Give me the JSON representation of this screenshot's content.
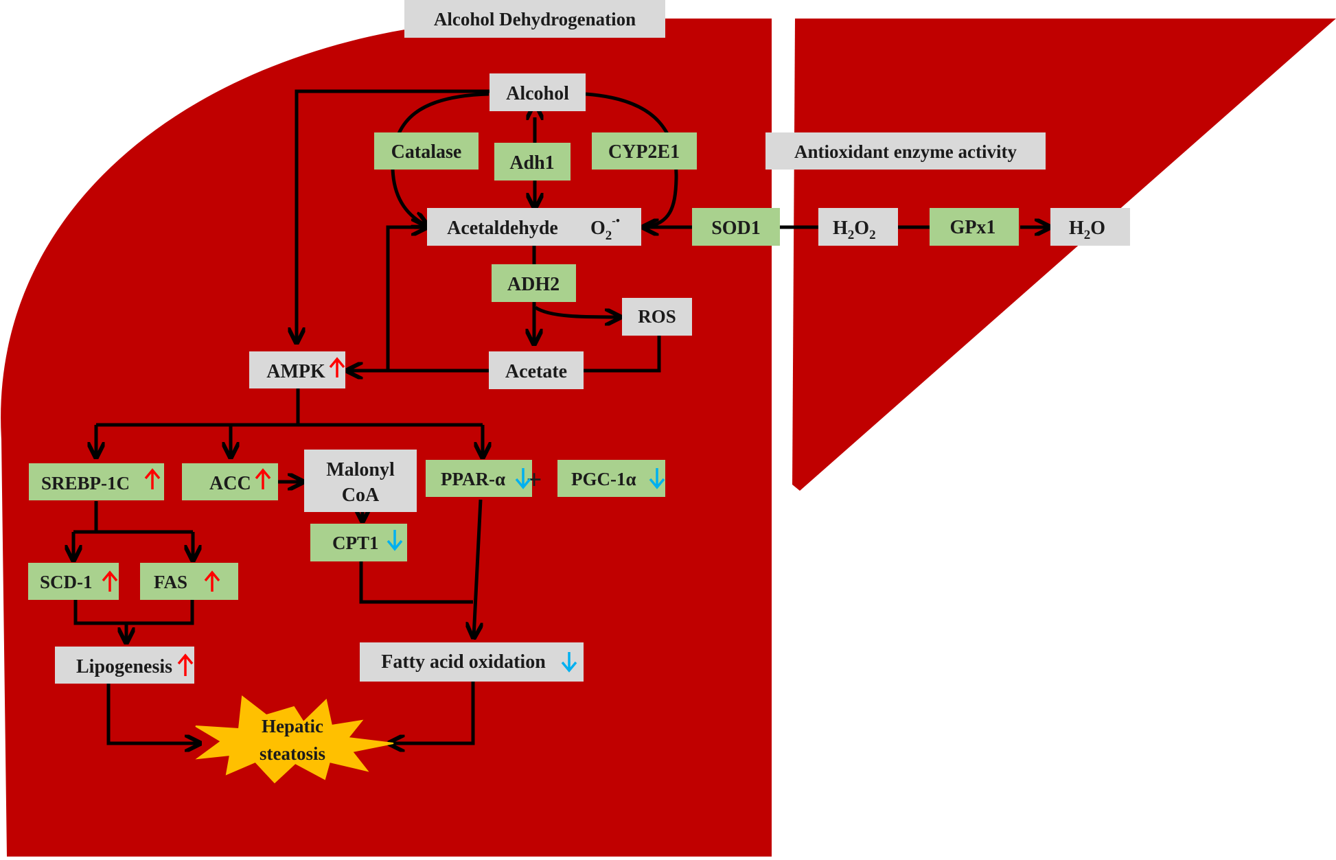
{
  "colors": {
    "liver": "#c00000",
    "enzyme_box": "#a9d18e",
    "metabolite_box": "#d9d9d9",
    "up_arrow": "#ff0000",
    "down_arrow": "#00b0f0",
    "star": "#ffc000"
  },
  "headers": {
    "alcohol_dehydrogenation": "Alcohol  Dehydrogenation",
    "antioxidant_enzyme_activity": "Antioxidant enzyme activity"
  },
  "metabolites": {
    "alcohol": "Alcohol",
    "acetaldehyde": "Acetaldehyde",
    "superoxide_base": "O",
    "superoxide_sub": "2",
    "superoxide_sup": "-•",
    "ros": "ROS",
    "acetate": "Acetate",
    "ampk": "AMPK",
    "malonyl_line1": "Malonyl",
    "malonyl_line2": "CoA",
    "h2o2_a": "H",
    "h2o2_b": "2",
    "h2o2_c": "O",
    "h2o2_d": "2",
    "h2o_a": "H",
    "h2o_b": "2",
    "h2o_c": "O",
    "lipogenesis": "Lipogenesis",
    "fatty_acid_oxidation": "Fatty acid oxidation"
  },
  "enzymes": {
    "catalase": "Catalase",
    "adh1": "Adh1",
    "cyp2e1": "CYP2E1",
    "adh2": "ADH2",
    "sod1": "SOD1",
    "gpx1": "GPx1",
    "srebp1c": "SREBP-1C",
    "acc": "ACC",
    "ppar_alpha": "PPAR-α",
    "pgc1_alpha": "PGC-1α",
    "cpt1": "CPT1",
    "scd1": "SCD-1",
    "fas": "FAS"
  },
  "outcome": {
    "line1": "Hepatic",
    "line2": "steatosis"
  },
  "regulation": {
    "ampk": "up",
    "srebp1c": "up",
    "acc": "up",
    "ppar_alpha": "down",
    "pgc1_alpha": "down",
    "cpt1": "down",
    "scd1": "up",
    "fas": "up",
    "lipogenesis": "up",
    "fatty_acid_oxidation": "down"
  },
  "symbols": {
    "plus": "+"
  }
}
